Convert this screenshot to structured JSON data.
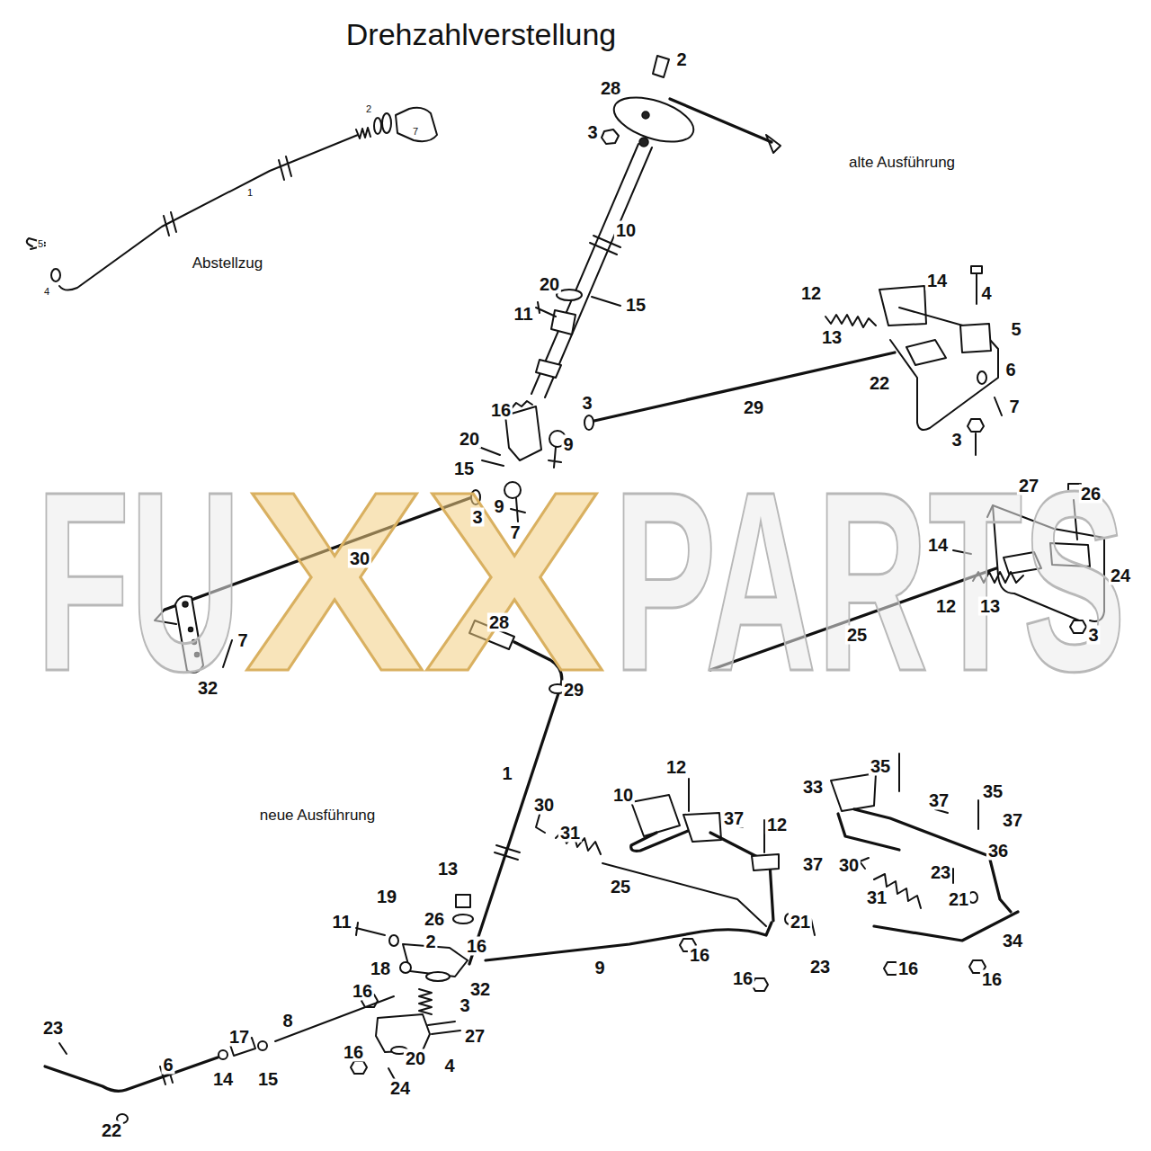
{
  "diagram": {
    "title": "Drehzahlverstellung",
    "labels": [
      "2",
      "7",
      "1",
      "5",
      "4",
      "Abstellzug",
      "2",
      "28",
      "3",
      "alte Ausführung",
      "10",
      "20",
      "15",
      "11",
      "12",
      "14",
      "4",
      "5",
      "13",
      "6",
      "22",
      "7",
      "16",
      "3",
      "29",
      "20",
      "9",
      "3",
      "15",
      "9",
      "3",
      "7",
      "30",
      "27",
      "26",
      "14",
      "24",
      "12",
      "13",
      "25",
      "3",
      "7",
      "32",
      "28",
      "29",
      "1",
      "neue Ausführung",
      "12",
      "10",
      "33",
      "35",
      "35",
      "30",
      "37",
      "12",
      "37",
      "37",
      "31",
      "36",
      "37",
      "30",
      "25",
      "23",
      "21",
      "31",
      "13",
      "19",
      "26",
      "11",
      "2",
      "16",
      "21",
      "34",
      "16",
      "18",
      "9",
      "23",
      "16",
      "16",
      "16",
      "32",
      "16",
      "3",
      "8",
      "23",
      "27",
      "17",
      "6",
      "16",
      "20",
      "14",
      "15",
      "4",
      "24",
      "22",
      "FU",
      "XX",
      "PARTS"
    ]
  }
}
